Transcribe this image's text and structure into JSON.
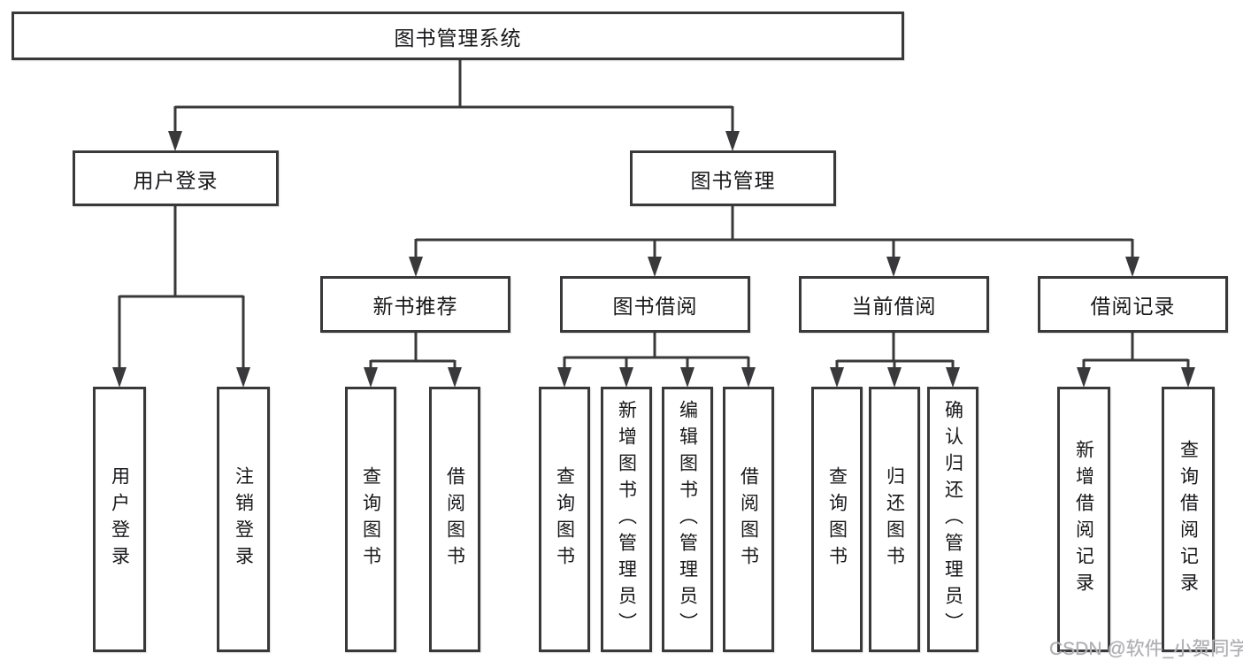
{
  "diagram": {
    "type": "tree",
    "title": "图书管理系统",
    "colors": {
      "line": "#39393b",
      "box_border": "#39393b",
      "box_background": "#ffffff",
      "text": "#17171a",
      "watermark_text": "#aeaeb3",
      "page_background": "#ffffff"
    },
    "nodes": {
      "root": {
        "label": "图书管理系统"
      },
      "userLogin": {
        "label": "用户登录"
      },
      "bookMgmt": {
        "label": "图书管理"
      },
      "newBookRec": {
        "label": "新书推荐"
      },
      "bookBorrow": {
        "label": "图书借阅"
      },
      "curBorrow": {
        "label": "当前借阅"
      },
      "borrowRec": {
        "label": "借阅记录"
      },
      "l_login": {
        "label": "用户登录"
      },
      "l_logout": {
        "label": "注销登录"
      },
      "l_query1": {
        "label": "查询图书"
      },
      "l_borrow1": {
        "label": "借阅图书"
      },
      "l_query2": {
        "label": "查询图书"
      },
      "l_add": {
        "label": "新增图书（管理员）"
      },
      "l_edit": {
        "label": "编辑图书（管理员）"
      },
      "l_borrow2": {
        "label": "借阅图书"
      },
      "l_query3": {
        "label": "查询图书"
      },
      "l_return": {
        "label": "归还图书"
      },
      "l_confirm": {
        "label": "确认归还（管理员）"
      },
      "l_addRec": {
        "label": "新增借阅记录"
      },
      "l_queryRec": {
        "label": "查询借阅记录"
      }
    },
    "hierarchy": {
      "图书管理系统": {
        "用户登录": [
          "用户登录",
          "注销登录"
        ],
        "图书管理": {
          "新书推荐": [
            "查询图书",
            "借阅图书"
          ],
          "图书借阅": [
            "查询图书",
            "新增图书（管理员）",
            "编辑图书（管理员）",
            "借阅图书"
          ],
          "当前借阅": [
            "查询图书",
            "归还图书",
            "确认归还（管理员）"
          ],
          "借阅记录": [
            "新增借阅记录",
            "查询借阅记录"
          ]
        }
      }
    }
  },
  "watermark": {
    "text": "CSDN @软件_小贺同学"
  }
}
